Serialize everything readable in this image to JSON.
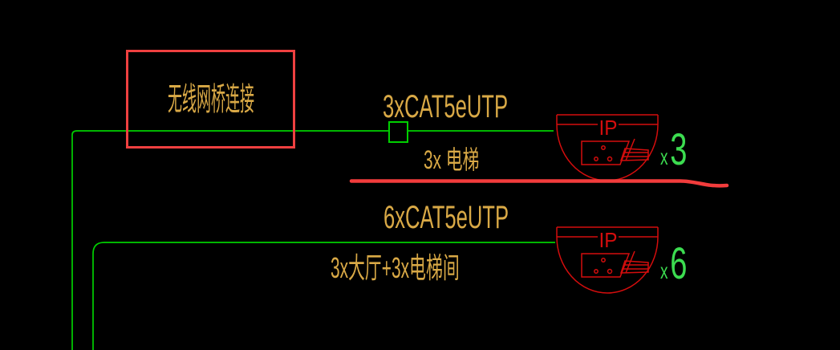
{
  "window": {
    "background": "#000000",
    "description_label": "network cabling CAD diagram"
  },
  "colors": {
    "cable_green": "#00cf00",
    "multiplier_green": "#3cdc50",
    "annotation_red": "#ef4040",
    "marker_red": "#f23c3c",
    "device_red": "#d40d0d",
    "text_yellow": "#d9a946"
  },
  "bridge_box": {
    "label": "无线网桥连接"
  },
  "runs": [
    {
      "cable_label": "3xCAT5eUTP",
      "location_label": "3x 电梯",
      "device": {
        "label": "IP",
        "multiplier_x": "x",
        "multiplier_value": "3"
      }
    },
    {
      "cable_label": "6xCAT5eUTP",
      "location_label": "3x大厅+3x电梯间",
      "device": {
        "label": "IP",
        "multiplier_x": "x",
        "multiplier_value": "6"
      }
    }
  ]
}
